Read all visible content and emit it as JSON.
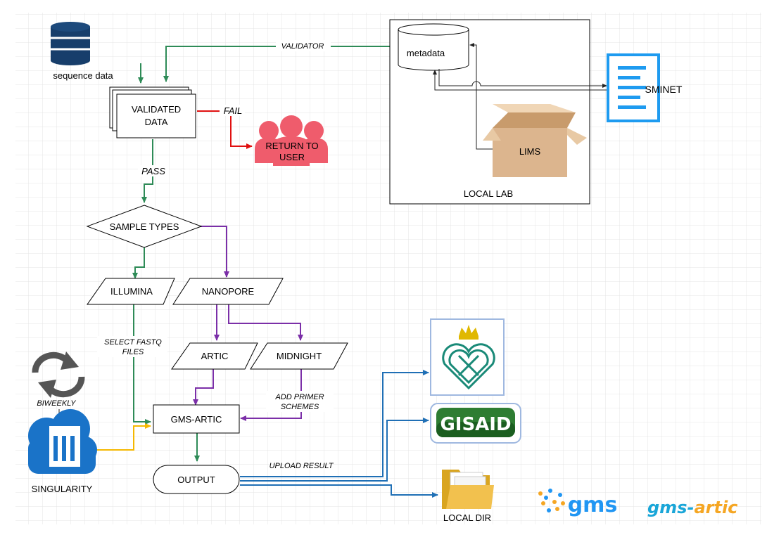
{
  "nodes": {
    "sequence_data": "sequence data",
    "metadata": "metadata",
    "validated_data_line1": "VALIDATED",
    "validated_data_line2": "DATA",
    "return_line1": "RETURN TO",
    "return_line2": "USER",
    "sminet": "SMINET",
    "lims": "LIMS",
    "local_lab": "LOCAL LAB",
    "sample_types": "SAMPLE TYPES",
    "illumina": "ILLUMINA",
    "nanopore": "NANOPORE",
    "artic": "ARTIC",
    "midnight": "MIDNIGHT",
    "gms_artic": "GMS-ARTIC",
    "output": "OUTPUT",
    "singularity": "SINGULARITY",
    "local_dir": "LOCAL DIR"
  },
  "edge_labels": {
    "validator": "VALIDATOR",
    "fail": "FAIL",
    "pass": "PASS",
    "select_fastq_line1": "SELECT FASTQ",
    "select_fastq_line2": "FILES",
    "add_primer_line1": "ADD PRIMER",
    "add_primer_line2": "SCHEMES",
    "biweekly": "BIWEEKLY",
    "upload_result": "UPLOAD RESULT"
  },
  "logos": {
    "gisaid": "GISAID",
    "gms": "gms",
    "gms_artic_prefix": "gms-",
    "gms_artic_suffix": "artic"
  },
  "colors": {
    "green": "#2e8b57",
    "purple": "#7b2fa8",
    "red": "#e01010",
    "blue": "#1f6fb5",
    "yellow": "#f5b800",
    "gray": "#333333"
  }
}
